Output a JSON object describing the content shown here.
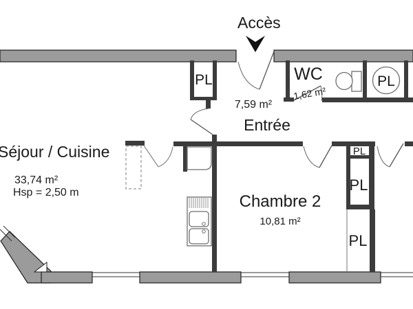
{
  "floorplan": {
    "access": {
      "label": "Accès"
    },
    "entree": {
      "name": "Entrée",
      "area": "7,59 m²"
    },
    "wc": {
      "name": "WC",
      "area": "1,62 m²"
    },
    "sejour": {
      "name": "Séjour / Cuisine",
      "area": "33,74 m²",
      "ceiling_height": "Hsp = 2,50 m"
    },
    "chambre2": {
      "name": "Chambre 2",
      "area": "10,81 m²"
    },
    "closet_label": "PL",
    "colors": {
      "exterior_wall_fill": "#9b9b9b",
      "wall_outline": "#1f1f1f",
      "partition_wall": "#3c3c3c",
      "fixture_line": "#6e6e6e",
      "text": "#1a1a1a",
      "background": "#ffffff"
    }
  }
}
